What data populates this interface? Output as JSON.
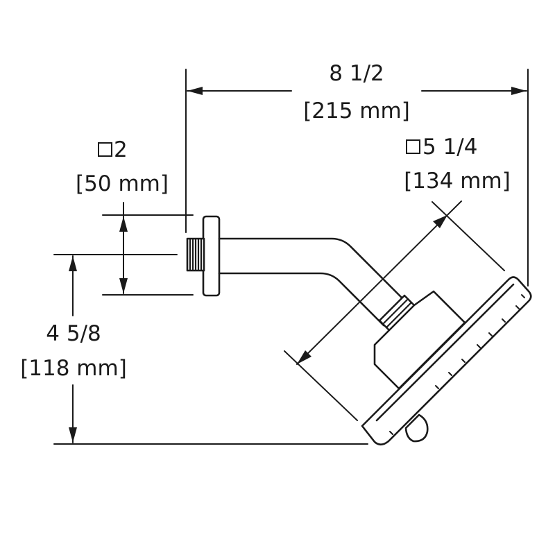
{
  "dimensions": {
    "overall_width": {
      "imperial": "8 1/2",
      "metric": "[215 mm]"
    },
    "flange_square": {
      "imperial": "2",
      "metric": "[50 mm]"
    },
    "head_square": {
      "imperial": "5 1/4",
      "metric": "[134 mm]"
    },
    "drop_height": {
      "imperial": "4 5/8",
      "metric": "[118 mm]"
    }
  },
  "colors": {
    "line": "#1a1a1a",
    "background": "#ffffff"
  }
}
